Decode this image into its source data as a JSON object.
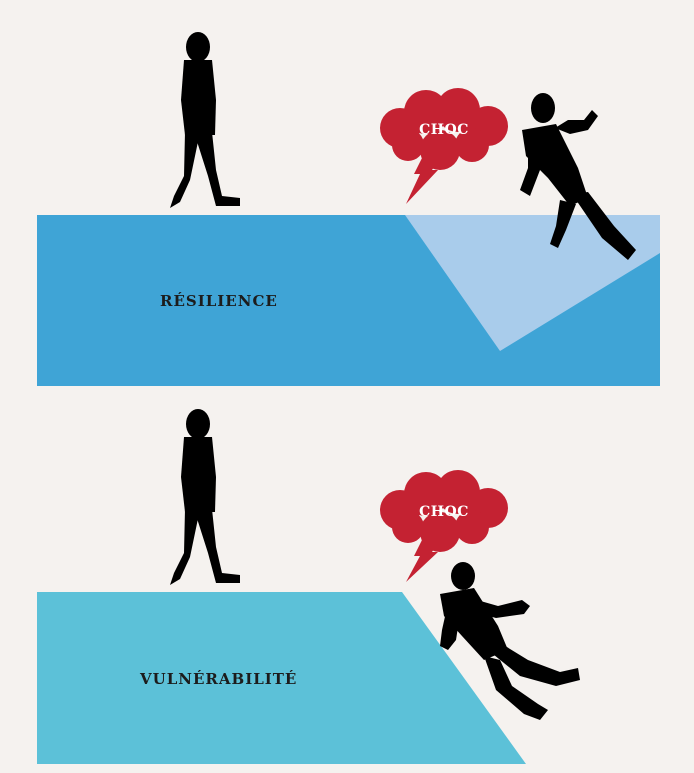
{
  "panels": {
    "resilience": {
      "label": "RÉSILIENCE",
      "shock_label": "CHOC"
    },
    "vulnerability": {
      "label": "VULNÉRABILITÉ",
      "shock_label": "CHOC"
    }
  },
  "colors": {
    "background": "#f5f2ef",
    "resilience_block": "#3fa4d6",
    "resilience_dip": "#a9cceb",
    "vulnerability_block": "#5cc1d8",
    "shock_cloud": "#c42232",
    "silhouette": "#000000"
  },
  "icons": [
    "walking-person-icon",
    "falling-person-icon",
    "shock-cloud-icon",
    "lightning-bolt-icon"
  ]
}
